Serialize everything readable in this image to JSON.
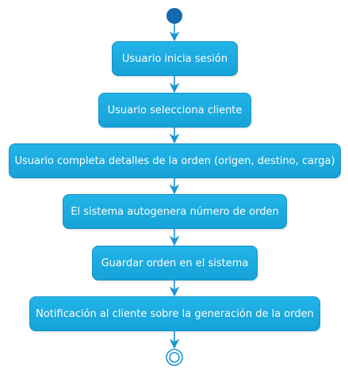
{
  "diagram": {
    "steps": [
      "Usuario inicia sesión",
      "Usuario selecciona cliente",
      "Usuario completa detalles de la orden (origen, destino, carga)",
      "El sistema autogenera número de orden",
      "Guardar orden en el sistema",
      "Notificación al cliente sobre la generación de la orden"
    ]
  },
  "colors": {
    "node_fill": "#1aa8de",
    "node_border": "#1592c8",
    "node_text": "#ffffff",
    "arrow": "#1b95d2",
    "start_node": "#1468ad",
    "end_node": "#1b95d2"
  }
}
